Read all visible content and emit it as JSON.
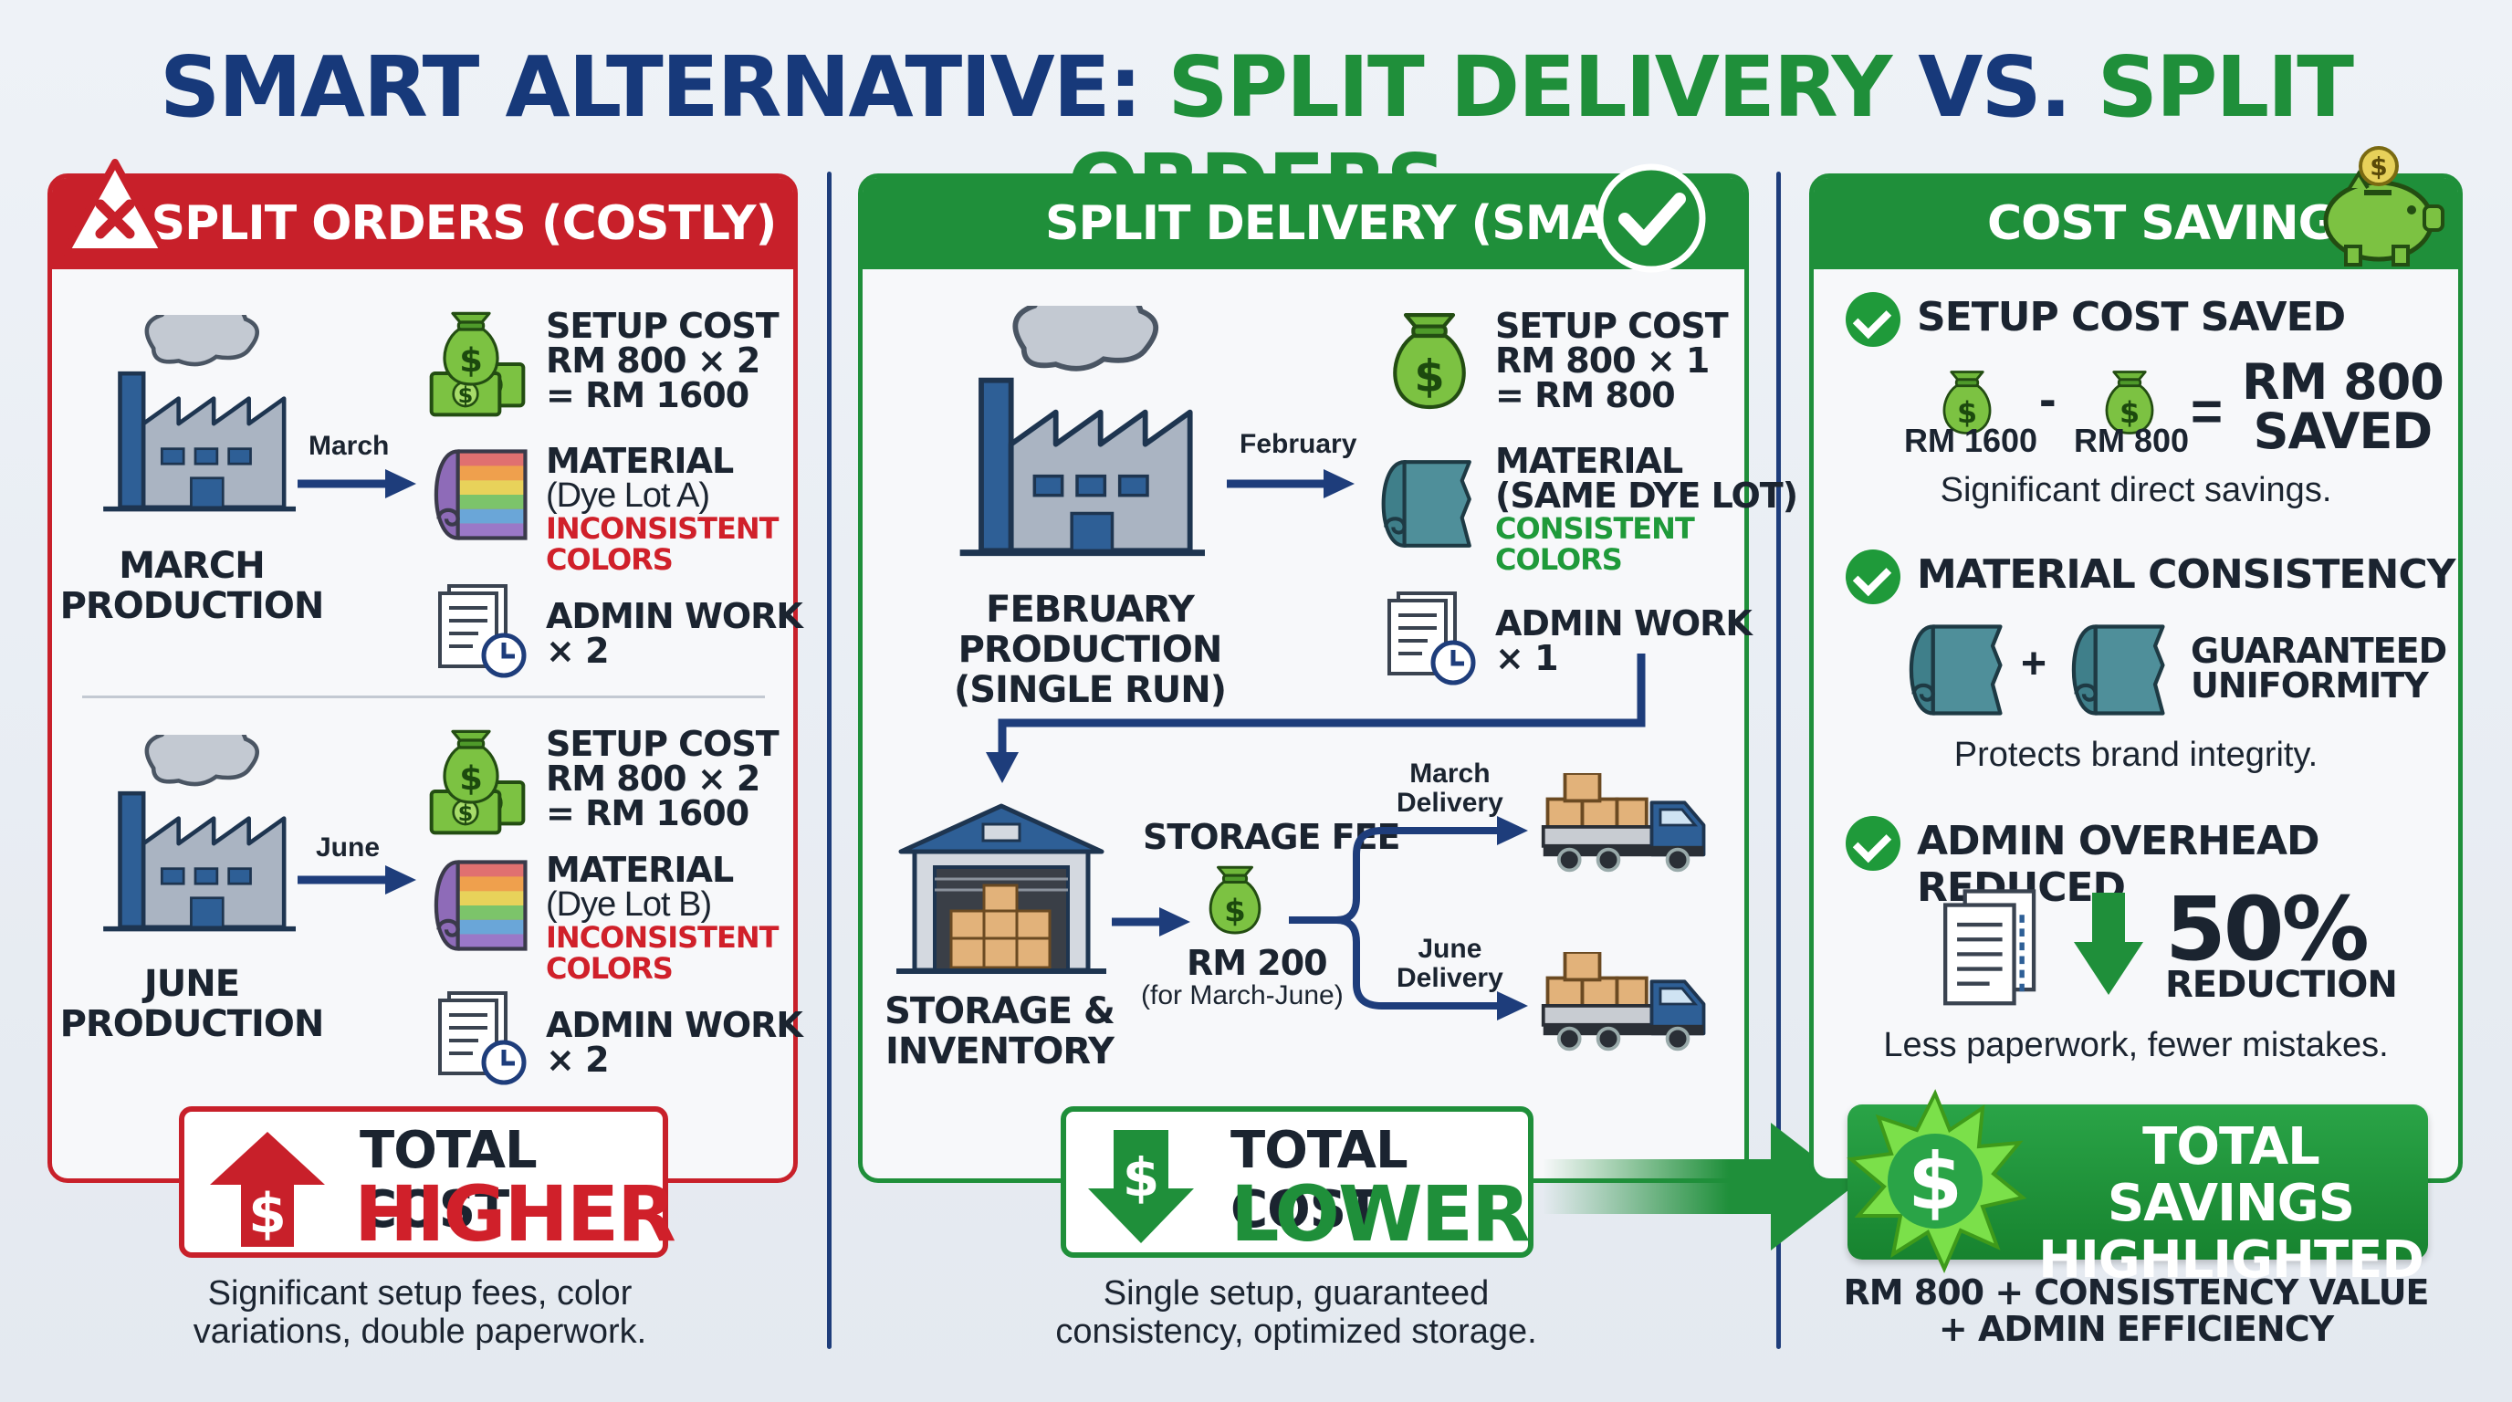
{
  "title": {
    "part1": "SMART ALTERNATIVE: ",
    "part2": "SPLIT DELIVERY",
    "part3": " VS. ",
    "part4": "SPLIT ORDERS"
  },
  "left_panel": {
    "header": "SPLIT ORDERS (COSTLY)",
    "march": {
      "arrow_label": "March",
      "production_label_1": "MARCH",
      "production_label_2": "PRODUCTION",
      "setup_1": "SETUP COST",
      "setup_2": "RM 800 × 2",
      "setup_3": "= RM 1600",
      "material_1": "MATERIAL",
      "material_2": "(Dye Lot A)",
      "material_3": "INCONSISTENT",
      "material_4": "COLORS",
      "admin_1": "ADMIN WORK",
      "admin_2": "× 2"
    },
    "june": {
      "arrow_label": "June",
      "production_label_1": "JUNE",
      "production_label_2": "PRODUCTION",
      "setup_1": "SETUP COST",
      "setup_2": "RM 800 × 2",
      "setup_3": "= RM 1600",
      "material_1": "MATERIAL",
      "material_2": "(Dye Lot B)",
      "material_3": "INCONSISTENT",
      "material_4": "COLORS",
      "admin_1": "ADMIN WORK",
      "admin_2": "× 2"
    },
    "total_head": "TOTAL COST",
    "total_big": "HIGHER",
    "caption_1": "Significant setup fees, color",
    "caption_2": "variations, double paperwork."
  },
  "middle_panel": {
    "header": "SPLIT DELIVERY (SMART)",
    "arrow_label": "February",
    "production_label_1": "FEBRUARY PRODUCTION",
    "production_label_2": "(SINGLE RUN)",
    "setup_1": "SETUP COST",
    "setup_2": "RM 800 × 1",
    "setup_3": "= RM 800",
    "material_1": "MATERIAL",
    "material_2": "(SAME DYE LOT)",
    "material_3": "CONSISTENT",
    "material_4": "COLORS",
    "admin_1": "ADMIN WORK",
    "admin_2": "× 1",
    "storage_label_1": "STORAGE &",
    "storage_label_2": "INVENTORY",
    "storage_fee": "STORAGE FEE",
    "storage_amount": "RM 200",
    "storage_period": "(for March-June)",
    "delivery_1a": "March",
    "delivery_1b": "Delivery",
    "delivery_2a": "June",
    "delivery_2b": "Delivery",
    "total_head": "TOTAL COST",
    "total_big": "LOWER",
    "caption_1": "Single setup, guaranteed",
    "caption_2": "consistency, optimized storage."
  },
  "right_panel": {
    "header": "COST SAVINGS",
    "setup_head": "SETUP COST SAVED",
    "setup_a": "RM 1600",
    "setup_b": "RM 800",
    "setup_minus": "-",
    "setup_equals": "=",
    "setup_result_1": "RM 800",
    "setup_result_2": "SAVED",
    "setup_caption": "Significant direct savings.",
    "material_head": "MATERIAL CONSISTENCY",
    "material_plus": "+",
    "material_result_1": "GUARANTEED",
    "material_result_2": "UNIFORMITY",
    "material_caption": "Protects brand integrity.",
    "admin_head": "ADMIN OVERHEAD REDUCED",
    "admin_pct": "50%",
    "admin_word": "REDUCTION",
    "admin_caption": "Less paperwork, fewer mistakes.",
    "total_1": "TOTAL SAVINGS",
    "total_2": "HIGHLIGHTED",
    "total_caption_1": "RM 800 + CONSISTENCY VALUE",
    "total_caption_2": "+ ADMIN EFFICIENCY"
  },
  "colors": {
    "red": "#c8202a",
    "green": "#1f8f3a",
    "navy": "#17397a",
    "money_green": "#7cc242"
  }
}
